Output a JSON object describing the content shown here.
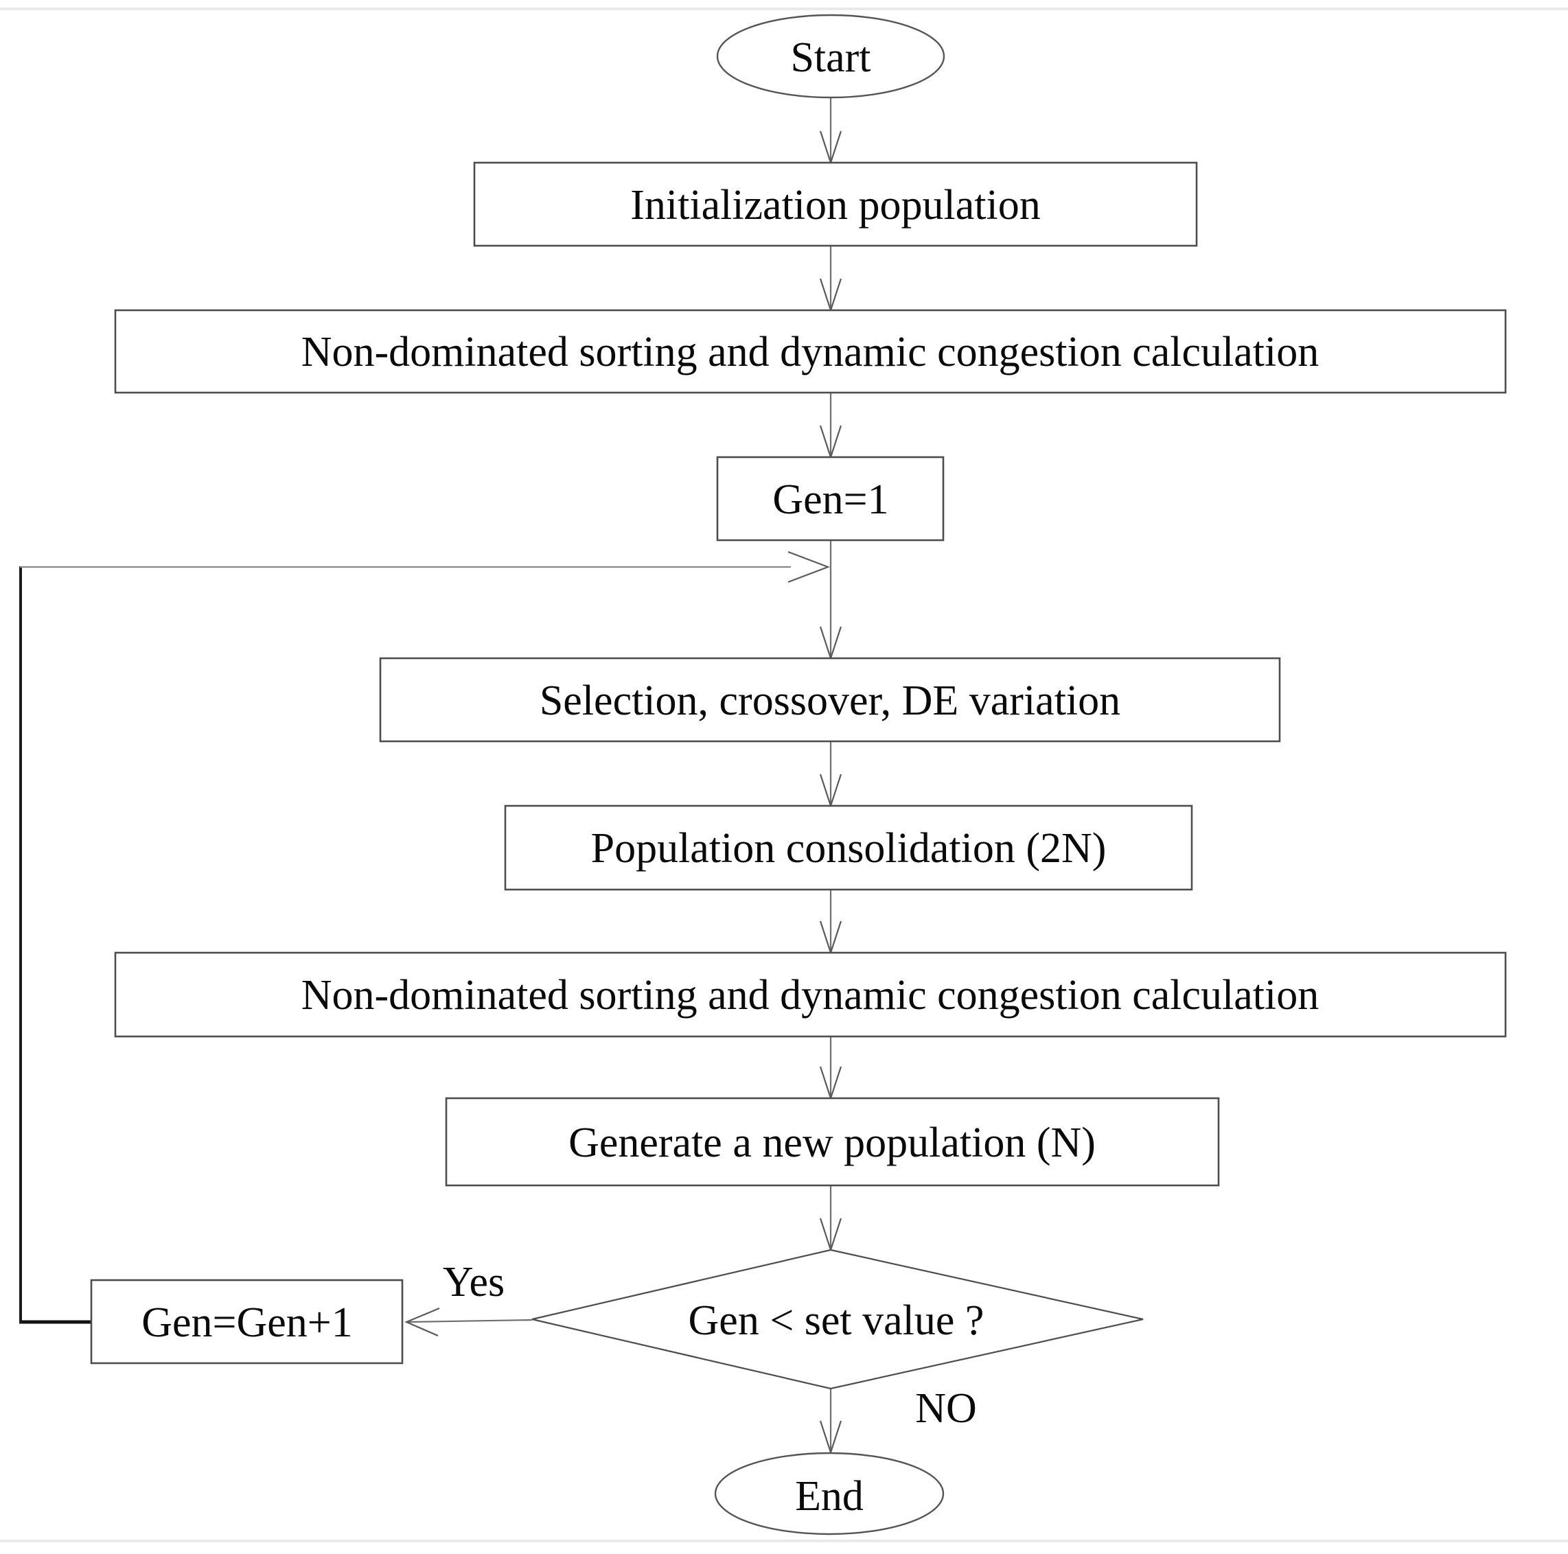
{
  "figure": {
    "background": "#ffffff",
    "colors": {
      "node_stroke": "#4d4d4d",
      "arrow_stroke": "#6e6e6e",
      "loop_stroke": "#111111",
      "text": "#0a0a0a"
    },
    "nodes": {
      "start": "Start",
      "init_population": "Initialization population",
      "nondominated_sort_1": "Non-dominated sorting and dynamic congestion calculation",
      "gen_init": "Gen=1",
      "selection_crossover": "Selection, crossover, DE variation",
      "population_consolidation": "Population consolidation (2N)",
      "nondominated_sort_2": "Non-dominated sorting and dynamic congestion calculation",
      "generate_new_population": "Generate a new population (N)",
      "decision": "Gen < set value ?",
      "gen_increment": "Gen=Gen+1",
      "end": "End"
    },
    "edge_labels": {
      "yes": "Yes",
      "no": "NO"
    }
  }
}
